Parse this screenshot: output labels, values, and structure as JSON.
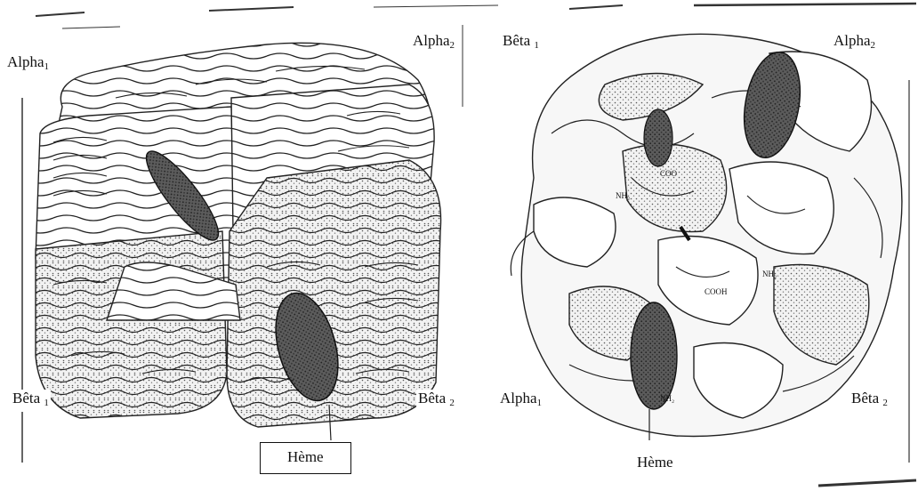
{
  "left_figure": {
    "alpha1": {
      "name": "Alpha",
      "sub": "1"
    },
    "alpha2": {
      "name": "Alpha",
      "sub": "2"
    },
    "beta1": {
      "name": "Bêta ",
      "sub": "1"
    },
    "beta2": {
      "name": "Bêta ",
      "sub": "2"
    },
    "heme": "Hème"
  },
  "right_figure": {
    "beta1": {
      "name": "Bêta ",
      "sub": "1"
    },
    "alpha2": {
      "name": "Alpha",
      "sub": "2"
    },
    "alpha1": {
      "name": "Alpha",
      "sub": "1"
    },
    "beta2": {
      "name": "Bêta ",
      "sub": "2"
    },
    "heme": "Hème",
    "annotations": [
      "COO",
      "NH₂",
      "NH₂",
      "COOH",
      "NH₂"
    ]
  }
}
